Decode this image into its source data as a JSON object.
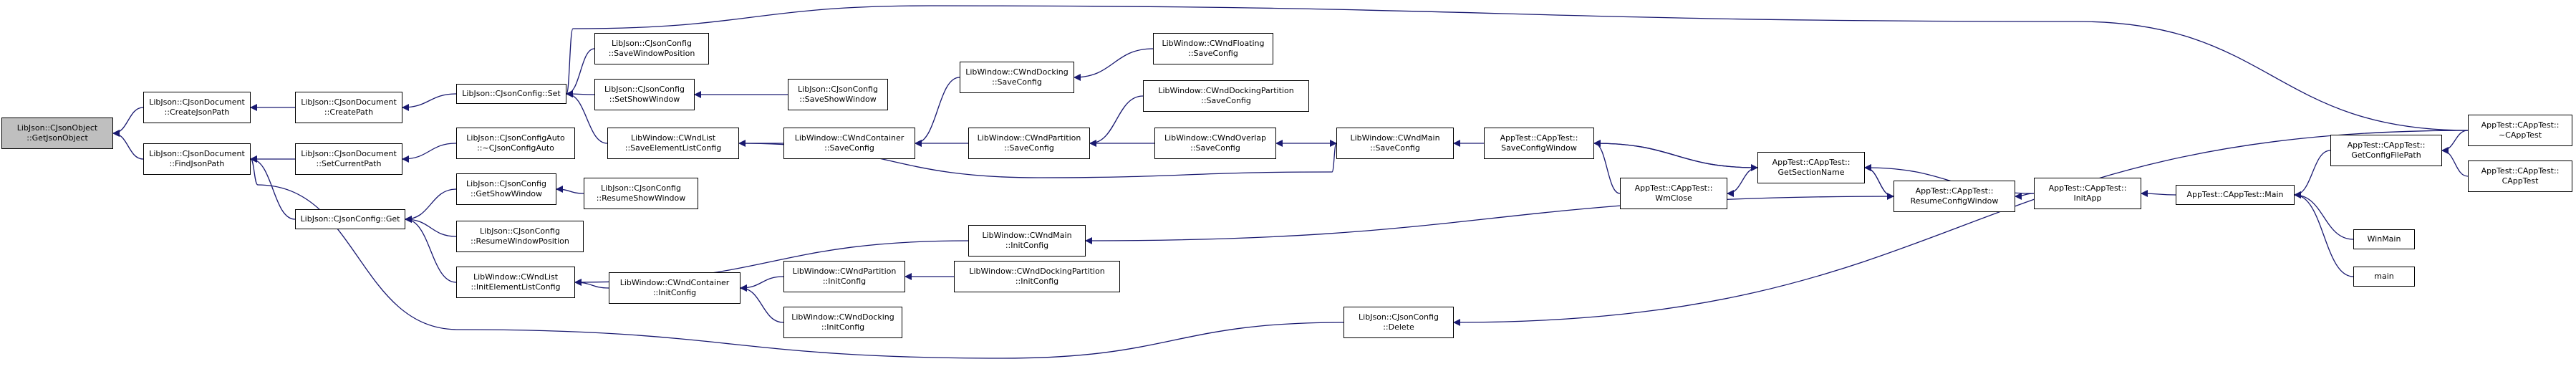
{
  "graph": {
    "nodes": {
      "getjsonobject": [
        "LibJson::CJsonObject",
        "::GetJsonObject"
      ],
      "createjsonpath": [
        "LibJson::CJsonDocument",
        "::CreateJsonPath"
      ],
      "findjsonpath": [
        "LibJson::CJsonDocument",
        "::FindJsonPath"
      ],
      "createpath": [
        "LibJson::CJsonDocument",
        "::CreatePath"
      ],
      "setcurrentpath": [
        "LibJson::CJsonDocument",
        "::SetCurrentPath"
      ],
      "jsonconfig_set": [
        "LibJson::CJsonConfig::Set"
      ],
      "jsonconfig_get": [
        "LibJson::CJsonConfig::Get"
      ],
      "savewindowposition": [
        "LibJson::CJsonConfig",
        "::SaveWindowPosition"
      ],
      "setshowwindow": [
        "LibJson::CJsonConfig",
        "::SetShowWindow"
      ],
      "saveshowwindow": [
        "LibJson::CJsonConfig",
        "::SaveShowWindow"
      ],
      "configauto_dtor": [
        "LibJson::CJsonConfigAuto",
        "::~CJsonConfigAuto"
      ],
      "getshowwindow": [
        "LibJson::CJsonConfig",
        "::GetShowWindow"
      ],
      "resumeshowwindow": [
        "LibJson::CJsonConfig",
        "::ResumeShowWindow"
      ],
      "resumewindowposition": [
        "LibJson::CJsonConfig",
        "::ResumeWindowPosition"
      ],
      "list_saveelementlistconfig": [
        "LibWindow::CWndList",
        "::SaveElementListConfig"
      ],
      "list_initelementlistconfig": [
        "LibWindow::CWndList",
        "::InitElementListConfig"
      ],
      "docking_saveconfig": [
        "LibWindow::CWndDocking",
        "::SaveConfig"
      ],
      "floating_saveconfig": [
        "LibWindow::CWndFloating",
        "::SaveConfig"
      ],
      "container_saveconfig": [
        "LibWindow::CWndContainer",
        "::SaveConfig"
      ],
      "partition_saveconfig": [
        "LibWindow::CWndPartition",
        "::SaveConfig"
      ],
      "dockingpartition_saveconfig": [
        "LibWindow::CWndDockingPartition",
        "::SaveConfig"
      ],
      "overlap_saveconfig": [
        "LibWindow::CWndOverlap",
        "::SaveConfig"
      ],
      "main_saveconfig": [
        "LibWindow::CWndMain",
        "::SaveConfig"
      ],
      "main_initconfig": [
        "LibWindow::CWndMain",
        "::InitConfig"
      ],
      "container_initconfig": [
        "LibWindow::CWndContainer",
        "::InitConfig"
      ],
      "partition_initconfig": [
        "LibWindow::CWndPartition",
        "::InitConfig"
      ],
      "dockingpartition_initconfig": [
        "LibWindow::CWndDockingPartition",
        "::InitConfig"
      ],
      "docking_initconfig": [
        "LibWindow::CWndDocking",
        "::InitConfig"
      ],
      "jsonconfig_delete": [
        "LibJson::CJsonConfig",
        "::Delete"
      ],
      "saveconfigwindow": [
        "AppTest::CAppTest::",
        "SaveConfigWindow"
      ],
      "wmclose": [
        "AppTest::CAppTest::",
        "WmClose"
      ],
      "getsectionname": [
        "AppTest::CAppTest::",
        "GetSectionName"
      ],
      "resumeconfigwindow": [
        "AppTest::CAppTest::",
        "ResumeConfigWindow"
      ],
      "initapp": [
        "AppTest::CAppTest::",
        "InitApp"
      ],
      "apptest_main": [
        "AppTest::CAppTest::Main"
      ],
      "getconfigfilepath": [
        "AppTest::CAppTest::",
        "GetConfigFilePath"
      ],
      "apptest_dtor": [
        "AppTest::CAppTest::",
        "~CAppTest"
      ],
      "apptest_ctor": [
        "AppTest::CAppTest::",
        "CAppTest"
      ],
      "winmain": [
        "WinMain"
      ],
      "main": [
        "main"
      ]
    }
  }
}
